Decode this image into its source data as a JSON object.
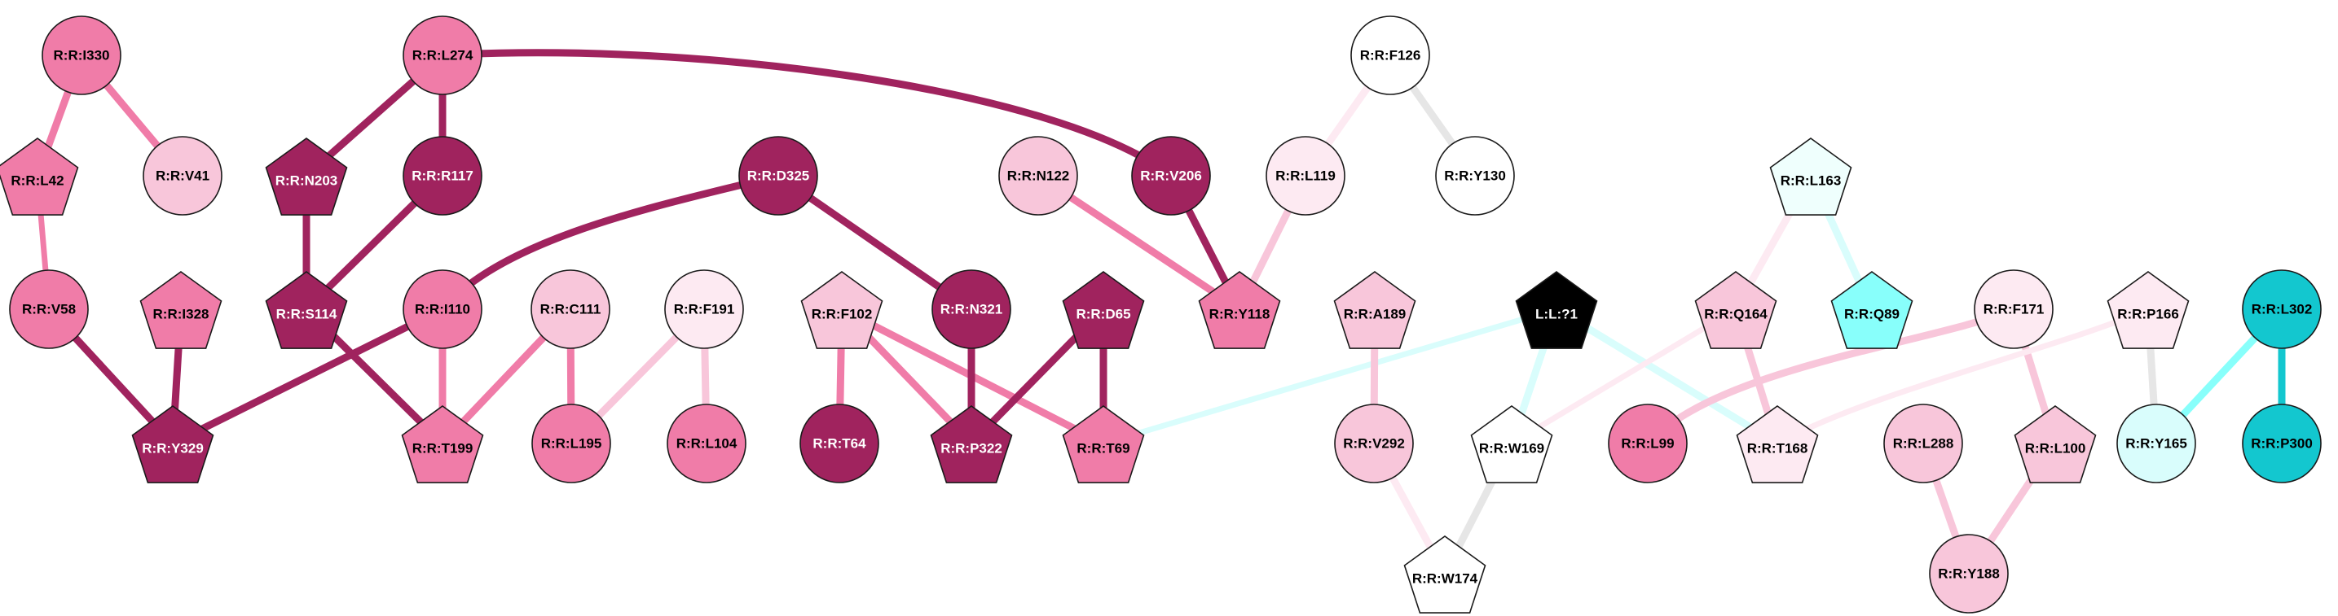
{
  "nodes": [
    {
      "id": "R:R:I330",
      "label": "R:R:I330",
      "shape": "circle",
      "fill": "#f07ca8",
      "text": "#000000"
    },
    {
      "id": "R:R:L274",
      "label": "R:R:L274",
      "shape": "circle",
      "fill": "#f07ca8",
      "text": "#000000"
    },
    {
      "id": "R:R:F126",
      "label": "R:R:F126",
      "shape": "circle",
      "fill": "#ffffff",
      "text": "#000000"
    },
    {
      "id": "R:R:L42",
      "label": "R:R:L42",
      "shape": "pentagon",
      "fill": "#f07ca8",
      "text": "#000000"
    },
    {
      "id": "R:R:V41",
      "label": "R:R:V41",
      "shape": "circle",
      "fill": "#f8c6da",
      "text": "#000000"
    },
    {
      "id": "R:R:N203",
      "label": "R:R:N203",
      "shape": "pentagon",
      "fill": "#a0235e",
      "text": "#ffffff"
    },
    {
      "id": "R:R:R117",
      "label": "R:R:R117",
      "shape": "circle",
      "fill": "#a0235e",
      "text": "#ffffff"
    },
    {
      "id": "R:R:D325",
      "label": "R:R:D325",
      "shape": "circle",
      "fill": "#a0235e",
      "text": "#ffffff"
    },
    {
      "id": "R:R:N122",
      "label": "R:R:N122",
      "shape": "circle",
      "fill": "#f8c6da",
      "text": "#000000"
    },
    {
      "id": "R:R:V206",
      "label": "R:R:V206",
      "shape": "circle",
      "fill": "#a0235e",
      "text": "#ffffff"
    },
    {
      "id": "R:R:L119",
      "label": "R:R:L119",
      "shape": "circle",
      "fill": "#fdeaf2",
      "text": "#000000"
    },
    {
      "id": "R:R:Y130",
      "label": "R:R:Y130",
      "shape": "circle",
      "fill": "#ffffff",
      "text": "#000000"
    },
    {
      "id": "R:R:L163",
      "label": "R:R:L163",
      "shape": "pentagon",
      "fill": "#effffd",
      "text": "#000000"
    },
    {
      "id": "R:R:V58",
      "label": "R:R:V58",
      "shape": "circle",
      "fill": "#f07ca8",
      "text": "#000000"
    },
    {
      "id": "R:R:I328",
      "label": "R:R:I328",
      "shape": "pentagon",
      "fill": "#f07ca8",
      "text": "#000000"
    },
    {
      "id": "R:R:S114",
      "label": "R:R:S114",
      "shape": "pentagon",
      "fill": "#a0235e",
      "text": "#ffffff"
    },
    {
      "id": "R:R:I110",
      "label": "R:R:I110",
      "shape": "circle",
      "fill": "#f07ca8",
      "text": "#000000"
    },
    {
      "id": "R:R:C111",
      "label": "R:R:C111",
      "shape": "circle",
      "fill": "#f8c6da",
      "text": "#000000"
    },
    {
      "id": "R:R:F191",
      "label": "R:R:F191",
      "shape": "circle",
      "fill": "#fdeaf2",
      "text": "#000000"
    },
    {
      "id": "R:R:F102",
      "label": "R:R:F102",
      "shape": "pentagon",
      "fill": "#f8c6da",
      "text": "#000000"
    },
    {
      "id": "R:R:N321",
      "label": "R:R:N321",
      "shape": "circle",
      "fill": "#a0235e",
      "text": "#ffffff"
    },
    {
      "id": "R:R:D65",
      "label": "R:R:D65",
      "shape": "pentagon",
      "fill": "#a0235e",
      "text": "#ffffff"
    },
    {
      "id": "R:R:Y118",
      "label": "R:R:Y118",
      "shape": "pentagon",
      "fill": "#f07ca8",
      "text": "#000000"
    },
    {
      "id": "R:R:A189",
      "label": "R:R:A189",
      "shape": "pentagon",
      "fill": "#f8c6da",
      "text": "#000000"
    },
    {
      "id": "L:L:?1",
      "label": "L:L:?1",
      "shape": "pentagon",
      "fill": "#000000",
      "text": "#ffffff"
    },
    {
      "id": "R:R:Q164",
      "label": "R:R:Q164",
      "shape": "pentagon",
      "fill": "#f8c6da",
      "text": "#000000"
    },
    {
      "id": "R:R:Q89",
      "label": "R:R:Q89",
      "shape": "pentagon",
      "fill": "#88fffb",
      "text": "#000000"
    },
    {
      "id": "R:R:F171",
      "label": "R:R:F171",
      "shape": "circle",
      "fill": "#fdeaf2",
      "text": "#000000"
    },
    {
      "id": "R:R:P166",
      "label": "R:R:P166",
      "shape": "pentagon",
      "fill": "#fdeaf2",
      "text": "#000000"
    },
    {
      "id": "R:R:L302",
      "label": "R:R:L302",
      "shape": "circle",
      "fill": "#13c7cf",
      "text": "#000000"
    },
    {
      "id": "R:R:Y329",
      "label": "R:R:Y329",
      "shape": "pentagon",
      "fill": "#a0235e",
      "text": "#ffffff"
    },
    {
      "id": "R:R:T199",
      "label": "R:R:T199",
      "shape": "pentagon",
      "fill": "#f07ca8",
      "text": "#000000"
    },
    {
      "id": "R:R:L195",
      "label": "R:R:L195",
      "shape": "circle",
      "fill": "#f07ca8",
      "text": "#000000"
    },
    {
      "id": "R:R:L104",
      "label": "R:R:L104",
      "shape": "circle",
      "fill": "#f07ca8",
      "text": "#000000"
    },
    {
      "id": "R:R:T64",
      "label": "R:R:T64",
      "shape": "circle",
      "fill": "#a0235e",
      "text": "#ffffff"
    },
    {
      "id": "R:R:P322",
      "label": "R:R:P322",
      "shape": "pentagon",
      "fill": "#a0235e",
      "text": "#ffffff"
    },
    {
      "id": "R:R:T69",
      "label": "R:R:T69",
      "shape": "pentagon",
      "fill": "#f07ca8",
      "text": "#000000"
    },
    {
      "id": "R:R:V292",
      "label": "R:R:V292",
      "shape": "circle",
      "fill": "#f8c6da",
      "text": "#000000"
    },
    {
      "id": "R:R:W169",
      "label": "R:R:W169",
      "shape": "pentagon",
      "fill": "#ffffff",
      "text": "#000000"
    },
    {
      "id": "R:R:L99",
      "label": "R:R:L99",
      "shape": "circle",
      "fill": "#f07ca8",
      "text": "#000000"
    },
    {
      "id": "R:R:T168",
      "label": "R:R:T168",
      "shape": "pentagon",
      "fill": "#fdeaf2",
      "text": "#000000"
    },
    {
      "id": "R:R:L288",
      "label": "R:R:L288",
      "shape": "circle",
      "fill": "#f8c6da",
      "text": "#000000"
    },
    {
      "id": "R:R:L100",
      "label": "R:R:L100",
      "shape": "pentagon",
      "fill": "#f8c6da",
      "text": "#000000"
    },
    {
      "id": "R:R:Y165",
      "label": "R:R:Y165",
      "shape": "circle",
      "fill": "#d9fdfc",
      "text": "#000000"
    },
    {
      "id": "R:R:P300",
      "label": "R:R:P300",
      "shape": "circle",
      "fill": "#13c7cf",
      "text": "#000000"
    },
    {
      "id": "R:R:W174",
      "label": "R:R:W174",
      "shape": "pentagon",
      "fill": "#ffffff",
      "text": "#000000"
    },
    {
      "id": "R:R:Y188",
      "label": "R:R:Y188",
      "shape": "circle",
      "fill": "#f8c6da",
      "text": "#000000"
    }
  ],
  "edges": [
    {
      "source": "R:R:L274",
      "target": "R:R:V206",
      "color": "#a0235e",
      "weight": "strong",
      "curve": "arc"
    },
    {
      "source": "R:R:I330",
      "target": "R:R:L42",
      "color": "#f07ca8",
      "weight": "strong"
    },
    {
      "source": "R:R:I330",
      "target": "R:R:V41",
      "color": "#f07ca8",
      "weight": "strong"
    },
    {
      "source": "R:R:L274",
      "target": "R:R:N203",
      "color": "#a0235e",
      "weight": "strong"
    },
    {
      "source": "R:R:L274",
      "target": "R:R:R117",
      "color": "#a0235e",
      "weight": "strong"
    },
    {
      "source": "R:R:F126",
      "target": "R:R:L119",
      "color": "#fdeaf2",
      "weight": "strong"
    },
    {
      "source": "R:R:F126",
      "target": "R:R:Y130",
      "color": "#e6e6e6",
      "weight": "strong"
    },
    {
      "source": "R:R:L42",
      "target": "R:R:V58",
      "color": "#f07ca8",
      "weight": "medium"
    },
    {
      "source": "R:R:N203",
      "target": "R:R:S114",
      "color": "#a0235e",
      "weight": "strong"
    },
    {
      "source": "R:R:R117",
      "target": "R:R:S114",
      "color": "#a0235e",
      "weight": "strong"
    },
    {
      "source": "R:R:D325",
      "target": "R:R:I110",
      "color": "#a0235e",
      "weight": "strong",
      "curve": "arc"
    },
    {
      "source": "R:R:D325",
      "target": "R:R:N321",
      "color": "#a0235e",
      "weight": "strong"
    },
    {
      "source": "R:R:N122",
      "target": "R:R:Y118",
      "color": "#f07ca8",
      "weight": "strong"
    },
    {
      "source": "R:R:V206",
      "target": "R:R:Y118",
      "color": "#a0235e",
      "weight": "strong"
    },
    {
      "source": "R:R:L119",
      "target": "R:R:Y118",
      "color": "#f8c6da",
      "weight": "strong"
    },
    {
      "source": "R:R:V58",
      "target": "R:R:Y329",
      "color": "#a0235e",
      "weight": "strong"
    },
    {
      "source": "R:R:I328",
      "target": "R:R:Y329",
      "color": "#a0235e",
      "weight": "strong"
    },
    {
      "source": "R:R:I110",
      "target": "R:R:Y329",
      "color": "#a0235e",
      "weight": "strong"
    },
    {
      "source": "R:R:S114",
      "target": "R:R:T199",
      "color": "#a0235e",
      "weight": "strong"
    },
    {
      "source": "R:R:I110",
      "target": "R:R:T199",
      "color": "#f07ca8",
      "weight": "strong"
    },
    {
      "source": "R:R:C111",
      "target": "R:R:T199",
      "color": "#f07ca8",
      "weight": "strong"
    },
    {
      "source": "R:R:C111",
      "target": "R:R:L195",
      "color": "#f07ca8",
      "weight": "strong"
    },
    {
      "source": "R:R:F191",
      "target": "R:R:L195",
      "color": "#f8c6da",
      "weight": "strong"
    },
    {
      "source": "R:R:F191",
      "target": "R:R:L104",
      "color": "#f8c6da",
      "weight": "strong"
    },
    {
      "source": "R:R:F102",
      "target": "R:R:T64",
      "color": "#f07ca8",
      "weight": "strong"
    },
    {
      "source": "R:R:F102",
      "target": "R:R:P322",
      "color": "#f07ca8",
      "weight": "strong"
    },
    {
      "source": "R:R:F102",
      "target": "R:R:T69",
      "color": "#f07ca8",
      "weight": "strong"
    },
    {
      "source": "R:R:N321",
      "target": "R:R:P322",
      "color": "#a0235e",
      "weight": "strong"
    },
    {
      "source": "R:R:D65",
      "target": "R:R:P322",
      "color": "#a0235e",
      "weight": "strong"
    },
    {
      "source": "R:R:D65",
      "target": "R:R:T69",
      "color": "#a0235e",
      "weight": "strong"
    },
    {
      "source": "L:L:?1",
      "target": "R:R:T69",
      "color": "#d9fdfc",
      "weight": "medium"
    },
    {
      "source": "R:R:A189",
      "target": "R:R:V292",
      "color": "#f8c6da",
      "weight": "strong"
    },
    {
      "source": "R:R:V292",
      "target": "R:R:W174",
      "color": "#fdeaf2",
      "weight": "strong"
    },
    {
      "source": "L:L:?1",
      "target": "R:R:W169",
      "color": "#d9fdfc",
      "weight": "strong"
    },
    {
      "source": "L:L:?1",
      "target": "R:R:T168",
      "color": "#d9fdfc",
      "weight": "strong"
    },
    {
      "source": "R:R:W169",
      "target": "R:R:W174",
      "color": "#e6e6e6",
      "weight": "strong"
    },
    {
      "source": "R:R:Q164",
      "target": "R:R:W169",
      "color": "#fdeaf2",
      "weight": "medium"
    },
    {
      "source": "R:R:Q164",
      "target": "R:R:T168",
      "color": "#f8c6da",
      "weight": "strong"
    },
    {
      "source": "R:R:L163",
      "target": "R:R:Q164",
      "color": "#fdeaf2",
      "weight": "strong"
    },
    {
      "source": "R:R:L163",
      "target": "R:R:Q89",
      "color": "#d9fdfc",
      "weight": "strong"
    },
    {
      "source": "R:R:F171",
      "target": "R:R:L99",
      "color": "#f8c6da",
      "weight": "strong",
      "curve": "arc"
    },
    {
      "source": "R:R:F171",
      "target": "R:R:L100",
      "color": "#f8c6da",
      "weight": "strong"
    },
    {
      "source": "R:R:P166",
      "target": "R:R:T168",
      "color": "#fdeaf2",
      "weight": "medium",
      "curve": "arc"
    },
    {
      "source": "R:R:P166",
      "target": "R:R:Y165",
      "color": "#e6e6e6",
      "weight": "strong"
    },
    {
      "source": "R:R:L302",
      "target": "R:R:Y165",
      "color": "#88fffb",
      "weight": "strong"
    },
    {
      "source": "R:R:L302",
      "target": "R:R:P300",
      "color": "#13c7cf",
      "weight": "strong"
    },
    {
      "source": "R:R:L288",
      "target": "R:R:Y188",
      "color": "#f8c6da",
      "weight": "strong"
    },
    {
      "source": "R:R:L100",
      "target": "R:R:Y188",
      "color": "#f8c6da",
      "weight": "strong"
    }
  ]
}
